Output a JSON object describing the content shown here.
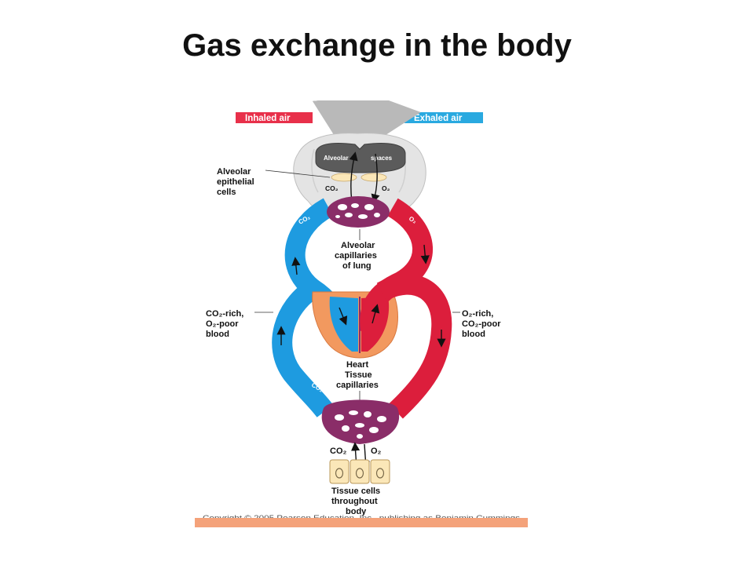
{
  "title": "Gas exchange in the body",
  "diagram": {
    "inhaled_air": "Inhaled air",
    "exhaled_air": "Exhaled air",
    "alveolar": "Alveolar",
    "spaces": "spaces",
    "co2": "CO₂",
    "o2": "O₂",
    "alveolar_epithelial": [
      "Alveolar",
      "epithelial",
      "cells"
    ],
    "alveolar_capillaries": [
      "Alveolar",
      "capillaries",
      "of lung"
    ],
    "co2_rich": [
      "CO₂-rich,",
      "O₂-poor",
      "blood"
    ],
    "o2_rich": [
      "O₂-rich,",
      "CO₂-poor",
      "blood"
    ],
    "heart": "Heart",
    "tissue_capillaries": [
      "Tissue",
      "capillaries"
    ],
    "tissue_cells": [
      "Tissue cells",
      "throughout",
      "body"
    ],
    "copyright": "Copyright © 2005 Pearson Education, Inc., publishing as Benjamin Cummings"
  },
  "colors": {
    "inhaled": "#e8304a",
    "exhaled": "#29a9e0",
    "oxygenated": "#dc1e3c",
    "deoxygenated": "#1e9be0",
    "capillary": "#8a2d68",
    "heart": "#f2995f",
    "tissue": "#fbe7b8",
    "bar": "#f4a27a"
  }
}
